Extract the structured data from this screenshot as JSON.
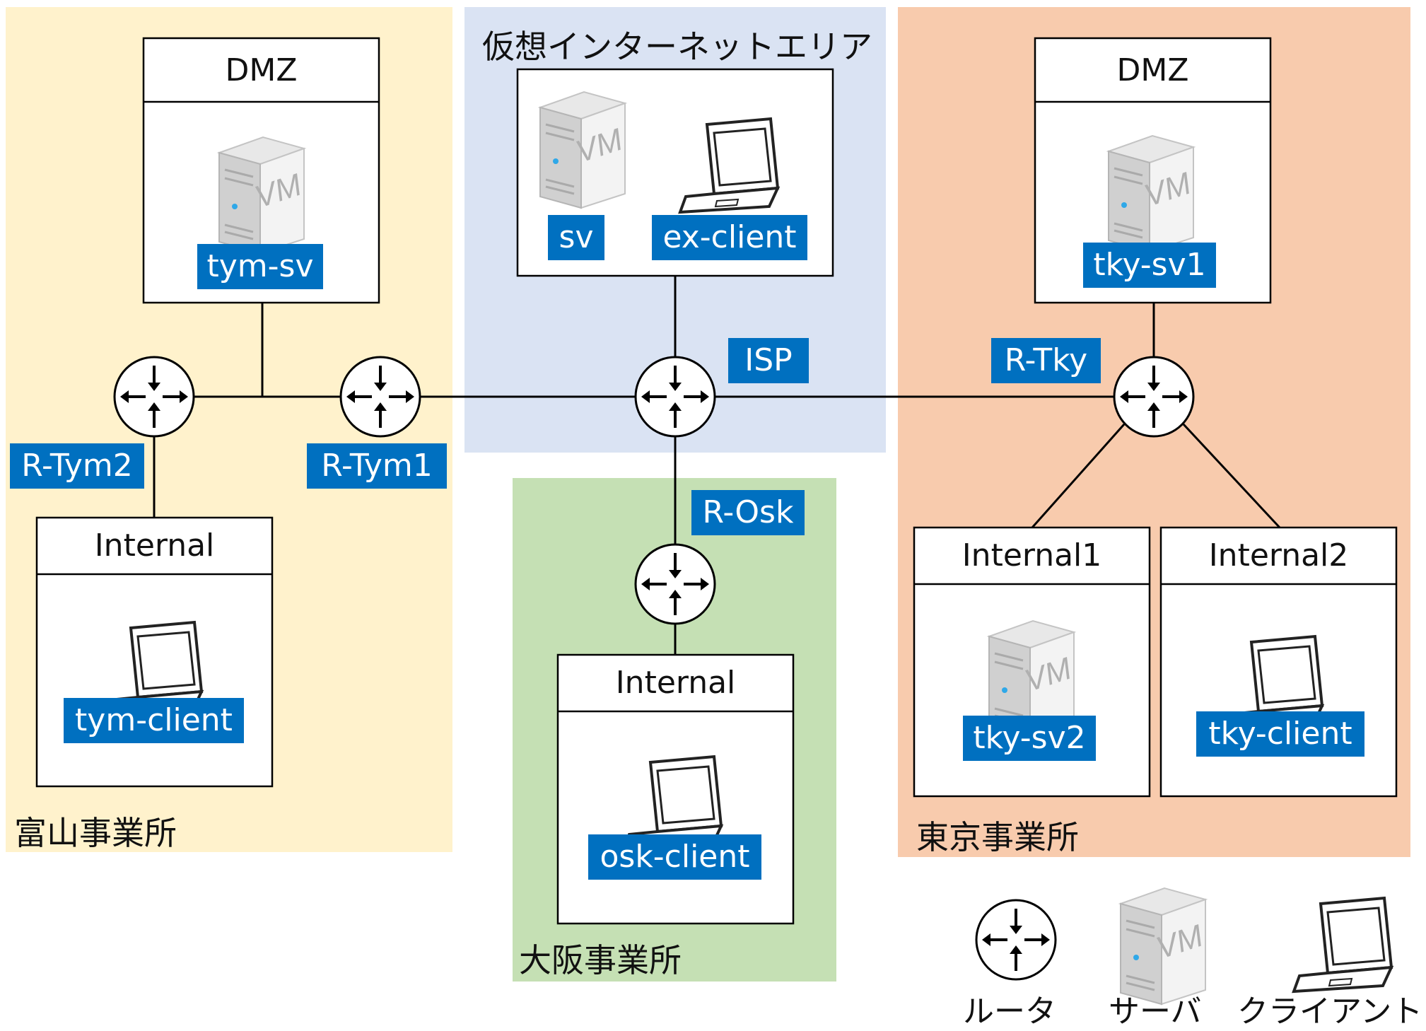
{
  "areas": {
    "toyama": "富山事業所",
    "internet": "仮想インターネットエリア",
    "osaka": "大阪事業所",
    "tokyo": "東京事業所"
  },
  "zones": {
    "tym_dmz": "DMZ",
    "tym_internal": "Internal",
    "osk_internal": "Internal",
    "tky_dmz": "DMZ",
    "tky_internal1": "Internal1",
    "tky_internal2": "Internal2"
  },
  "hosts": {
    "tym_sv": "tym-sv",
    "tym_client": "tym-client",
    "sv": "sv",
    "ex_client": "ex-client",
    "osk_client": "osk-client",
    "tky_sv1": "tky-sv1",
    "tky_sv2": "tky-sv2",
    "tky_client": "tky-client"
  },
  "routers": {
    "r_tym2": "R-Tym2",
    "r_tym1": "R-Tym1",
    "isp": "ISP",
    "r_osk": "R-Osk",
    "r_tky": "R-Tky"
  },
  "legend": {
    "router": "ルータ",
    "server": "サーバ",
    "client": "クライアント"
  },
  "server_icon_text": "VM",
  "colors": {
    "toyama_bg": "#fff2cc",
    "internet_bg": "#dae3f3",
    "osaka_bg": "#c5e0b4",
    "tokyo_bg": "#f8cbad",
    "label_bg": "#0070c0",
    "label_text": "#ffffff"
  }
}
